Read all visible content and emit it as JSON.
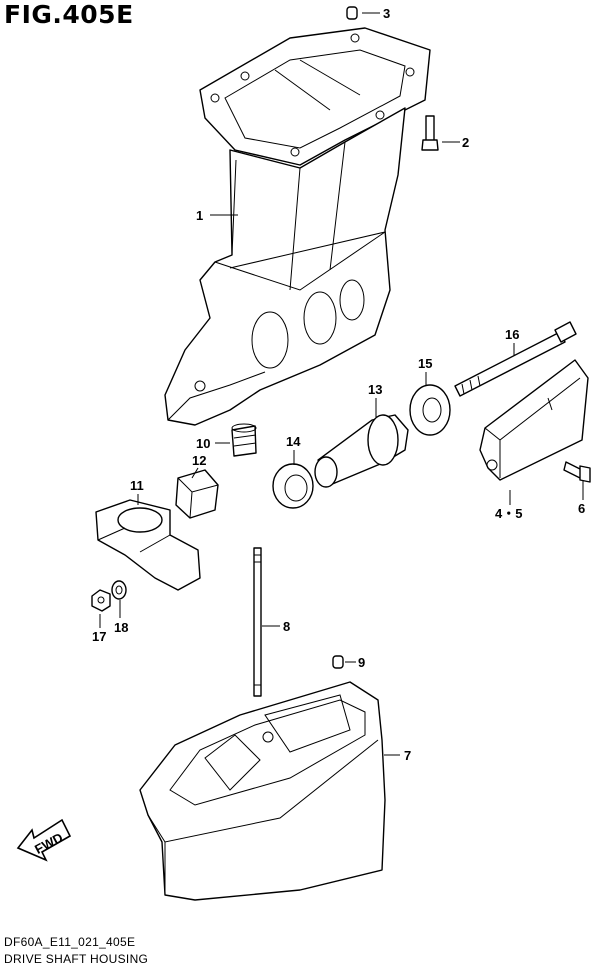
{
  "figure": {
    "title": "FIG.405E",
    "code": "DF60A_E11_021_405E",
    "caption": "DRIVE SHAFT HOUSING"
  },
  "fwd_arrow": "FWD",
  "callouts": [
    {
      "id": "c1",
      "label": "1"
    },
    {
      "id": "c2",
      "label": "2"
    },
    {
      "id": "c3",
      "label": "3"
    },
    {
      "id": "c45",
      "label": "4・5"
    },
    {
      "id": "c6",
      "label": "6"
    },
    {
      "id": "c7",
      "label": "7"
    },
    {
      "id": "c8",
      "label": "8"
    },
    {
      "id": "c9",
      "label": "9"
    },
    {
      "id": "c10",
      "label": "10"
    },
    {
      "id": "c11",
      "label": "11"
    },
    {
      "id": "c12",
      "label": "12"
    },
    {
      "id": "c13",
      "label": "13"
    },
    {
      "id": "c14",
      "label": "14"
    },
    {
      "id": "c15",
      "label": "15"
    },
    {
      "id": "c16",
      "label": "16"
    },
    {
      "id": "c17",
      "label": "17"
    },
    {
      "id": "c18",
      "label": "18"
    }
  ]
}
